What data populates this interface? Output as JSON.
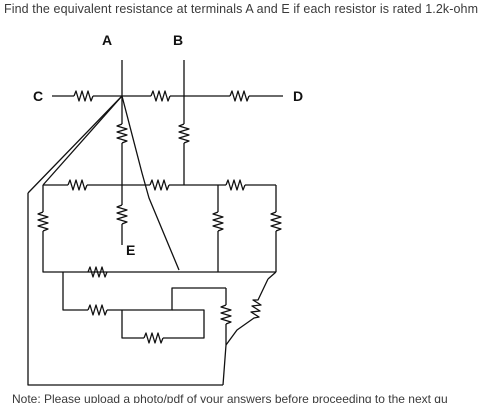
{
  "question": "Find the equivalent resistance at terminals A and E if each resistor is rated 1.2k-ohm",
  "note": "Note: Please upload a photo/pdf of your answers before proceeding to the next qu",
  "terminals": {
    "a": "A",
    "b": "B",
    "c": "C",
    "d": "D",
    "e": "E"
  }
}
